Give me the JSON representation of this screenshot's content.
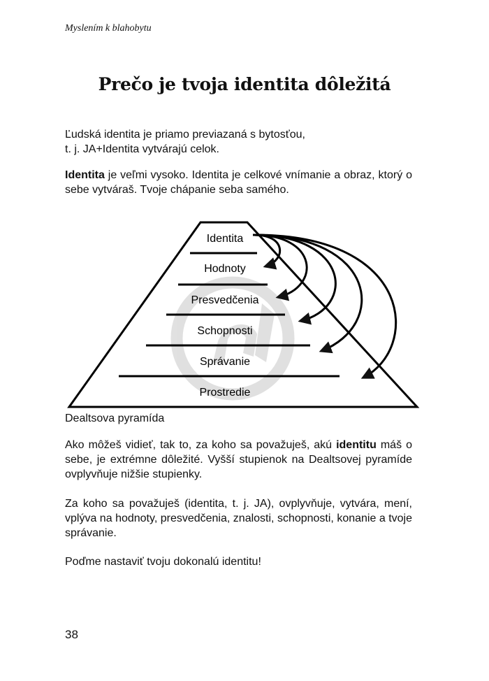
{
  "header": "Myslením k blahobytu",
  "title": "Prečo je tvoja identita dôležitá",
  "para1": {
    "line1": "Ľudská identita je priamo previazaná s bytosťou,",
    "line2": "t. j. JA+Identita vytvárajú celok."
  },
  "para2": {
    "bold": "Identita",
    "rest": " je veľmi vysoko. Identita je celkové vnímanie a obraz, ktorý o sebe vytváraš. Tvoje chápanie seba samého."
  },
  "pyramid": {
    "levels": [
      "Identita",
      "Hodnoty",
      "Presvedčenia",
      "Schopnosti",
      "Správanie",
      "Prostredie"
    ],
    "caption": "Dealtsova pyramída"
  },
  "para3": {
    "before": "Ako môžeš vidieť, tak to, za koho sa považuješ, akú ",
    "bold": "identitu",
    "after": " máš o sebe, je extrémne dôležité. Vyšší stupienok na Dealtsovej pyramíde ovplyvňuje nižšie stupienky."
  },
  "para4": "Za koho sa považuješ (identita, t. j. JA), ovplyvňuje, vytvára, mení, vplýva na hodnoty, presvedčenia, znalosti, schopnosti, konanie a tvoje správanie.",
  "para5": "Poďme nastaviť tvoju dokonalú identitu!",
  "page_number": "38"
}
